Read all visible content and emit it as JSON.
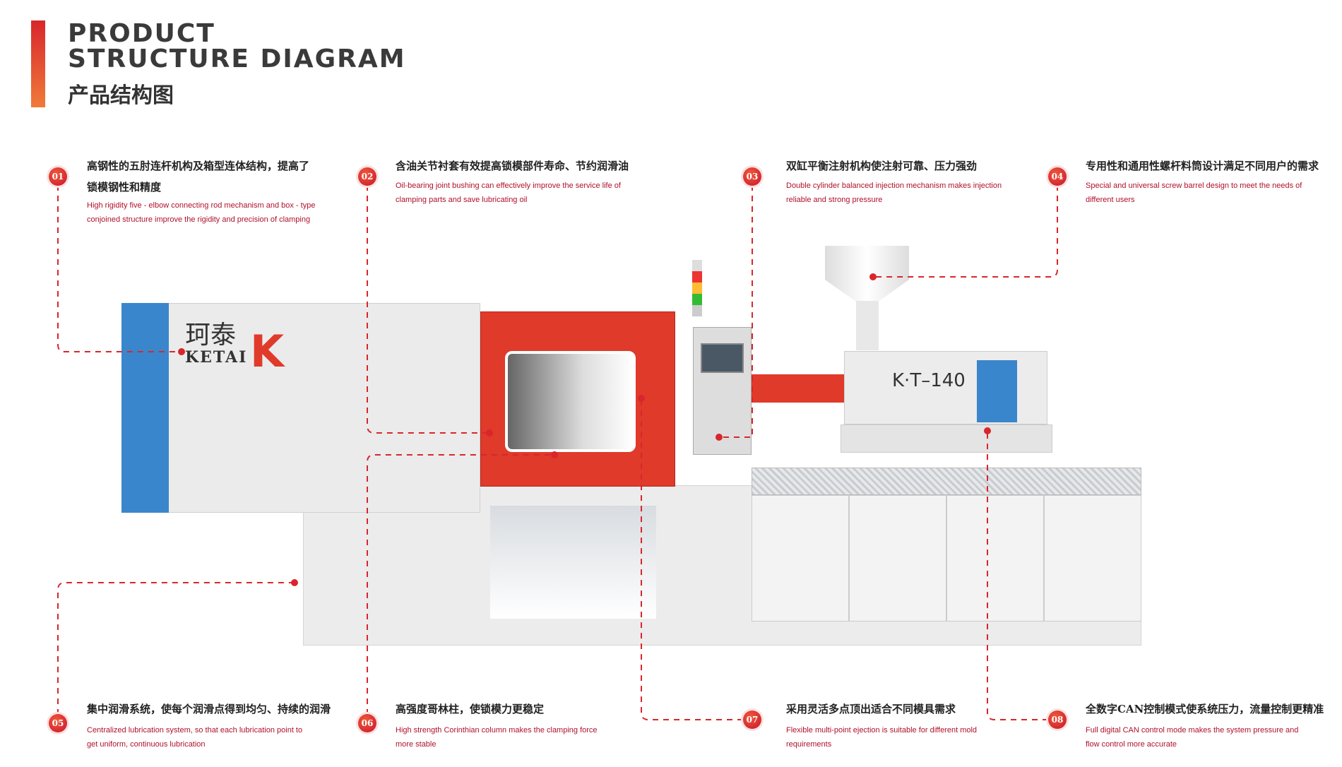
{
  "header": {
    "title_line1": "PRODUCT",
    "title_line2": "STRUCTURE DIAGRAM",
    "title_cn": "产品结构图"
  },
  "machine": {
    "brand_cn": "珂泰",
    "brand_en": "KETAI",
    "brand_mark": "K",
    "model": "K·T–140"
  },
  "features": [
    {
      "num": "01",
      "cn": "高钢性的五肘连杆机构及箱型连体结构，提高了锁模钢性和精度",
      "en": "High rigidity five - elbow connecting rod mechanism and box - type conjoined structure improve the rigidity and precision of clamping"
    },
    {
      "num": "02",
      "cn": "含油关节衬套有效提高锁模部件寿命、节约润滑油",
      "en": "Oil-bearing joint bushing can effectively improve the service life of clamping parts and save lubricating oil"
    },
    {
      "num": "03",
      "cn": "双缸平衡注射机构使注射可靠、压力强劲",
      "en": "Double cylinder balanced injection mechanism makes injection reliable and strong pressure"
    },
    {
      "num": "04",
      "cn": "专用性和通用性螺杆料筒设计满足不同用户的需求",
      "en": "Special and universal screw barrel design to meet the needs of different users"
    },
    {
      "num": "05",
      "cn": "集中润滑系统，使每个润滑点得到均匀、持续的润滑",
      "en": "Centralized lubrication system, so that each lubrication point to get uniform, continuous lubrication"
    },
    {
      "num": "06",
      "cn": "高强度哥林柱，使锁模力更稳定",
      "en": "High strength Corinthian column makes the clamping force more stable"
    },
    {
      "num": "07",
      "cn": "采用灵活多点顶出适合不同模具需求",
      "en": "Flexible multi-point ejection is suitable for different mold requirements"
    },
    {
      "num": "08",
      "cn": "全数字CAN控制模式使系统压力，流量控制更精准",
      "en": "Full digital CAN control mode makes the system pressure and flow control more accurate"
    }
  ],
  "colors": {
    "accent": "#d8262c",
    "blue": "#3a86cc",
    "guard_red": "#e03a2a"
  }
}
